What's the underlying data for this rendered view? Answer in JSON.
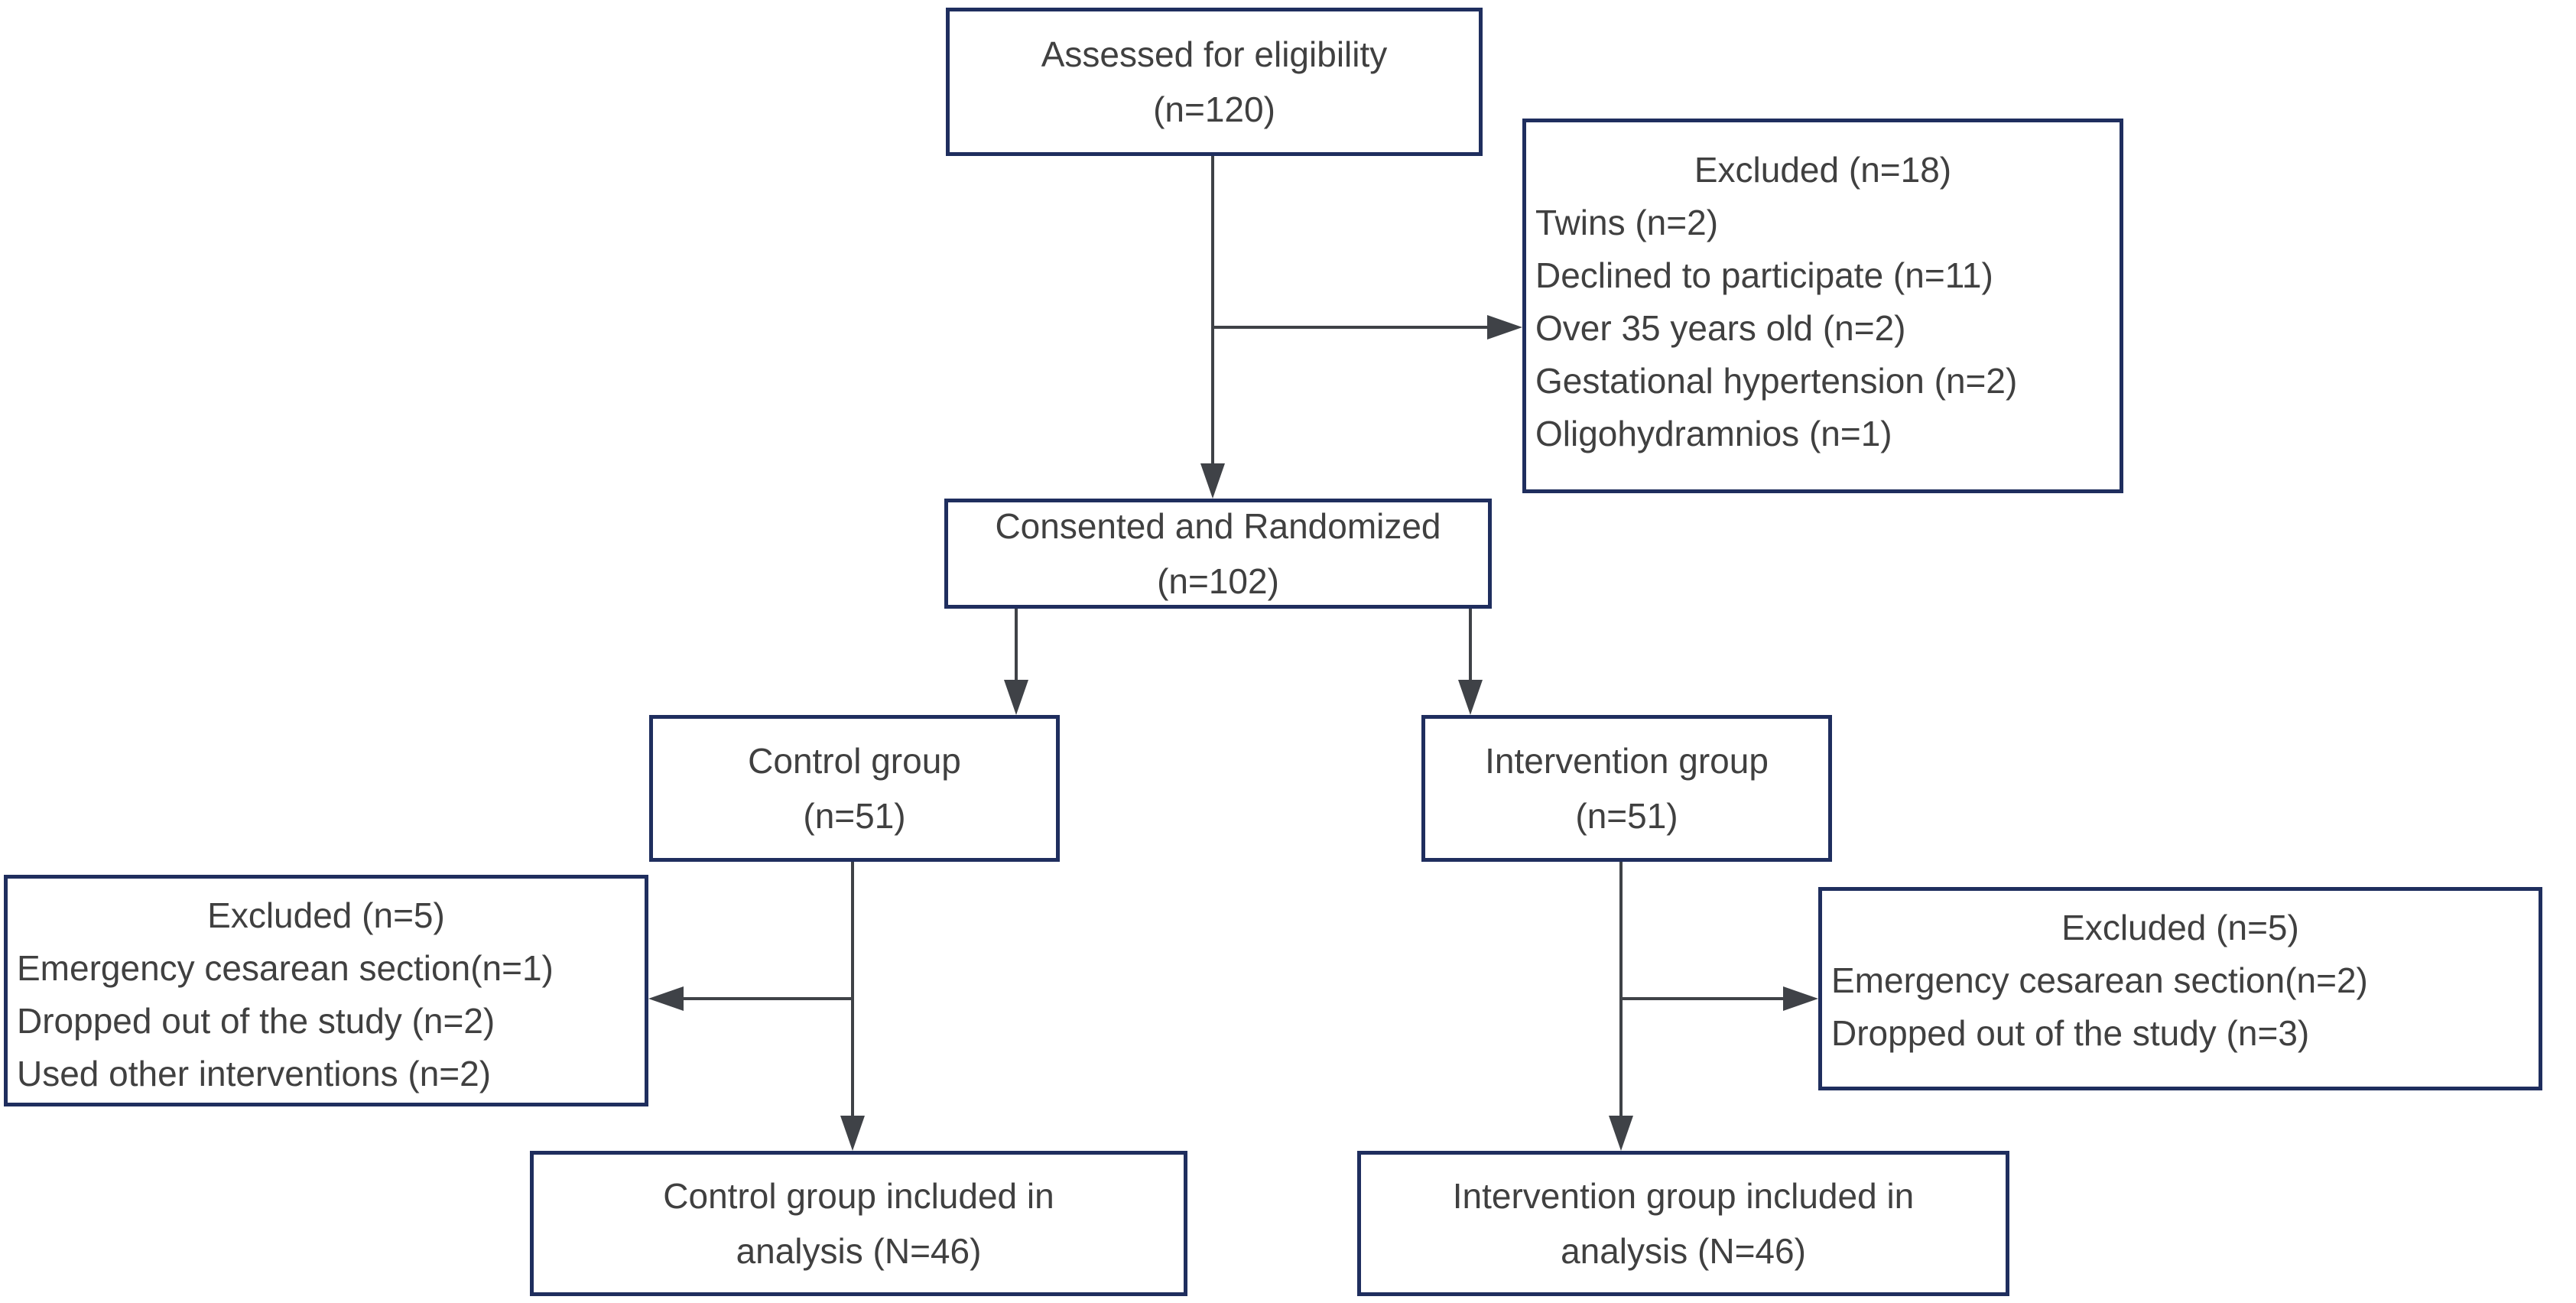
{
  "colors": {
    "box_border": "#1f2e5e",
    "connector": "#3f4247",
    "text": "#404040",
    "background": "#ffffff"
  },
  "boxes": {
    "assessed": {
      "line1": "Assessed for eligibility",
      "line2": "(n=120)"
    },
    "excluded_screening": {
      "title": "Excluded (n=18)",
      "items": [
        "Twins (n=2)",
        "Declined to participate (n=11)",
        "Over 35 years old (n=2)",
        "Gestational hypertension (n=2)",
        "Oligohydramnios (n=1)"
      ]
    },
    "randomized": {
      "line1": "Consented and Randomized",
      "line2": "(n=102)"
    },
    "control": {
      "line1": "Control group",
      "line2": "(n=51)"
    },
    "intervention": {
      "line1": "Intervention group",
      "line2": "(n=51)"
    },
    "excluded_control": {
      "title": "Excluded (n=5)",
      "items": [
        "Emergency cesarean section(n=1)",
        "Dropped out of the study (n=2)",
        "Used other interventions (n=2)"
      ]
    },
    "excluded_intervention": {
      "title": "Excluded (n=5)",
      "items": [
        "Emergency cesarean section(n=2)",
        "Dropped out of the study (n=3)"
      ]
    },
    "analysis_control": {
      "line1": "Control group included in",
      "line2": "analysis (N=46)"
    },
    "analysis_intervention": {
      "line1": "Intervention group included in",
      "line2": "analysis (N=46)"
    }
  }
}
